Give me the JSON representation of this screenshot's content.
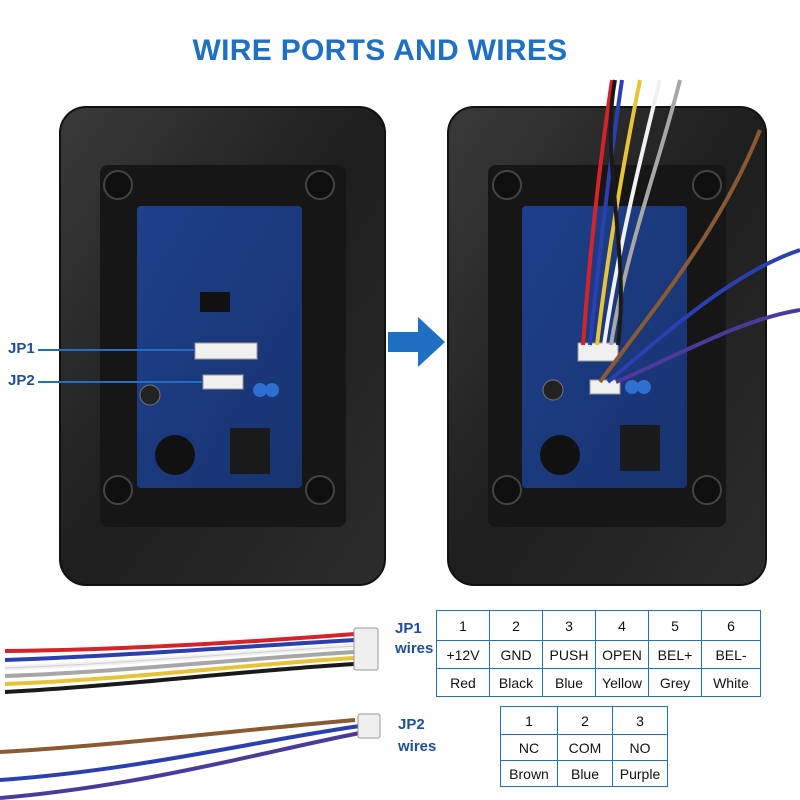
{
  "title": "WIRE PORTS AND WIRES",
  "labels": {
    "jp1": "JP1",
    "jp2": "JP2",
    "jp1_wires": "JP1",
    "jp1_wires_sub": "wires",
    "jp2_wires": "JP2",
    "jp2_wires_sub": "wires"
  },
  "jp1_table": {
    "pins": [
      "1",
      "2",
      "3",
      "4",
      "5",
      "6"
    ],
    "signals": [
      "+12V",
      "GND",
      "PUSH",
      "OPEN",
      "BEL+",
      "BEL-"
    ],
    "colors": [
      "Red",
      "Black",
      "Blue",
      "Yellow",
      "Grey",
      "White"
    ]
  },
  "jp2_table": {
    "pins": [
      "1",
      "2",
      "3"
    ],
    "signals": [
      "NC",
      "COM",
      "NO"
    ],
    "colors": [
      "Brown",
      "Blue",
      "Purple"
    ]
  },
  "wire_colors": {
    "red": "#d4242a",
    "black": "#1a1a1a",
    "blue": "#2a3fb0",
    "yellow": "#e5c43a",
    "grey": "#a7a7a7",
    "white": "#f1f1f1",
    "brown": "#8a5a34",
    "purple": "#4b3a9c"
  },
  "accent": "#1f6fc2"
}
